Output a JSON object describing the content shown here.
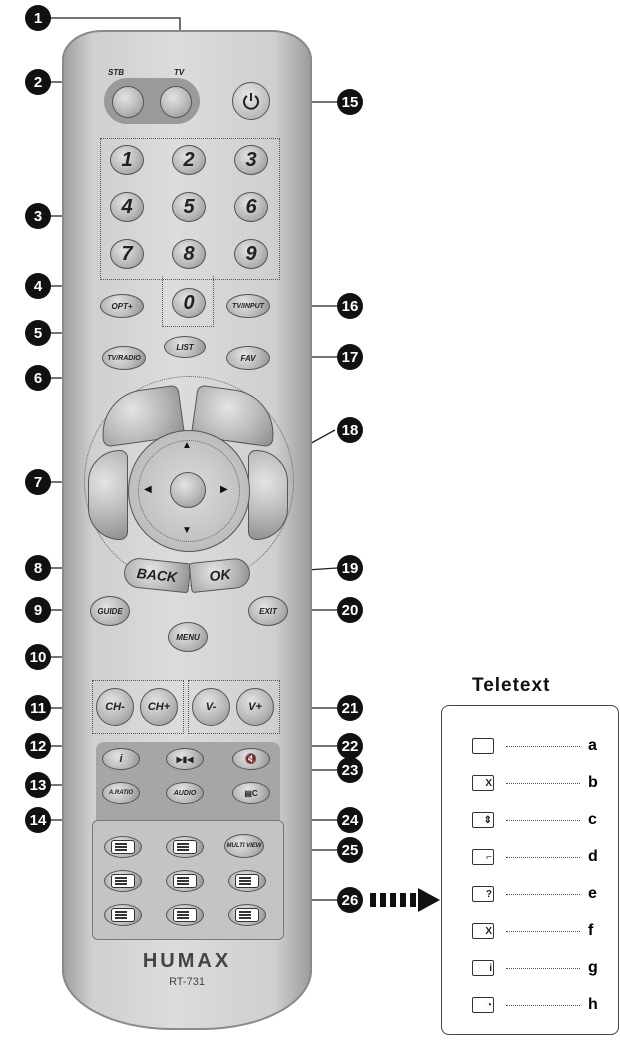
{
  "callouts": [
    "1",
    "2",
    "3",
    "4",
    "5",
    "6",
    "7",
    "8",
    "9",
    "10",
    "11",
    "12",
    "13",
    "14",
    "15",
    "16",
    "17",
    "18",
    "19",
    "20",
    "21",
    "22",
    "23",
    "24",
    "25",
    "26"
  ],
  "top_labels": {
    "stb": "STB",
    "tv": "TV"
  },
  "number_keys": [
    "1",
    "2",
    "3",
    "4",
    "5",
    "6",
    "7",
    "8",
    "9",
    "0"
  ],
  "buttons": {
    "opt": "OPT+",
    "list": "LIST",
    "tv_input": "TV/INPUT",
    "tv_radio": "TV/RADIO",
    "fav": "FAV",
    "back": "BACK",
    "ok": "OK",
    "guide": "GUIDE",
    "exit": "EXIT",
    "menu": "MENU",
    "ch_minus": "CH-",
    "ch_plus": "CH+",
    "v_minus": "V-",
    "v_plus": "V+",
    "info": "i",
    "play_pause": "▶▮◀",
    "mute": "🔇",
    "a_ratio": "A.RATIO",
    "audio": "AUDIO",
    "subtitle": "▤C",
    "multi_view": "MULTI VIEW"
  },
  "brand": "HUMAX",
  "model": "RT-731",
  "teletext": {
    "title": "Teletext",
    "items": [
      {
        "letter": "a",
        "symbol": ""
      },
      {
        "letter": "b",
        "symbol": "X"
      },
      {
        "letter": "c",
        "symbol": "⇕"
      },
      {
        "letter": "d",
        "symbol": "⌐"
      },
      {
        "letter": "e",
        "symbol": "?"
      },
      {
        "letter": "f",
        "symbol": "X"
      },
      {
        "letter": "g",
        "symbol": "i"
      },
      {
        "letter": "h",
        "symbol": "◔"
      }
    ]
  }
}
